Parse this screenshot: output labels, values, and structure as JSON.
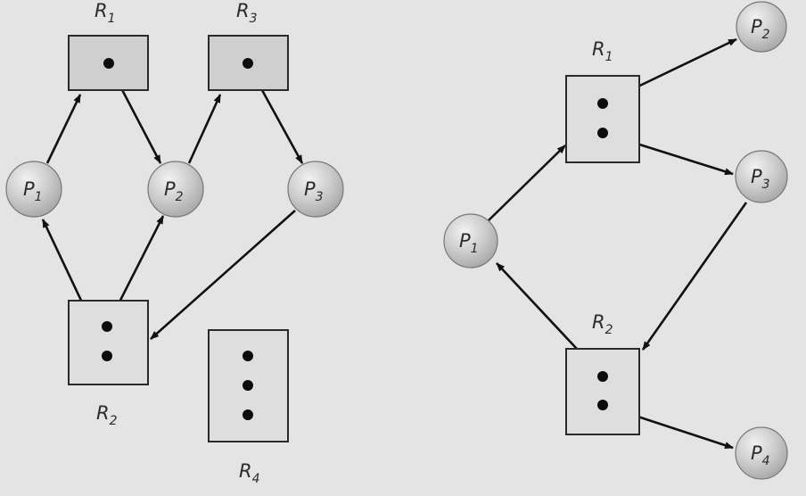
{
  "graph_left": {
    "resources": [
      {
        "id": "R1",
        "name": "R",
        "sub": "1",
        "instances": 1
      },
      {
        "id": "R3",
        "name": "R",
        "sub": "3",
        "instances": 1
      },
      {
        "id": "R2",
        "name": "R",
        "sub": "2",
        "instances": 2
      },
      {
        "id": "R4",
        "name": "R",
        "sub": "4",
        "instances": 3
      }
    ],
    "processes": [
      {
        "id": "P1",
        "name": "P",
        "sub": "1"
      },
      {
        "id": "P2",
        "name": "P",
        "sub": "2"
      },
      {
        "id": "P3",
        "name": "P",
        "sub": "3"
      }
    ],
    "edges": [
      {
        "from": "P1",
        "to": "R1",
        "kind": "request"
      },
      {
        "from": "R1",
        "to": "P2",
        "kind": "assignment"
      },
      {
        "from": "P2",
        "to": "R3",
        "kind": "request"
      },
      {
        "from": "R3",
        "to": "P3",
        "kind": "assignment"
      },
      {
        "from": "P3",
        "to": "R2",
        "kind": "request"
      },
      {
        "from": "R2",
        "to": "P1",
        "kind": "assignment"
      },
      {
        "from": "R2",
        "to": "P2",
        "kind": "assignment"
      }
    ]
  },
  "graph_right": {
    "resources": [
      {
        "id": "R1",
        "name": "R",
        "sub": "1",
        "instances": 2
      },
      {
        "id": "R2",
        "name": "R",
        "sub": "2",
        "instances": 2
      }
    ],
    "processes": [
      {
        "id": "P1",
        "name": "P",
        "sub": "1"
      },
      {
        "id": "P2",
        "name": "P",
        "sub": "2"
      },
      {
        "id": "P3",
        "name": "P",
        "sub": "3"
      },
      {
        "id": "P4",
        "name": "P",
        "sub": "4"
      }
    ],
    "edges": [
      {
        "from": "P1",
        "to": "R1",
        "kind": "request"
      },
      {
        "from": "R1",
        "to": "P2",
        "kind": "assignment"
      },
      {
        "from": "R1",
        "to": "P3",
        "kind": "assignment"
      },
      {
        "from": "P3",
        "to": "R2",
        "kind": "request"
      },
      {
        "from": "R2",
        "to": "P1",
        "kind": "assignment"
      },
      {
        "from": "R2",
        "to": "P4",
        "kind": "assignment"
      }
    ]
  },
  "colors": {
    "background": "#e4e4e4",
    "resource_fill_single": "#cfcfcf",
    "resource_fill_multi": "#dedede",
    "outline": "#2a2a2a",
    "process_light": "#f2f2f2",
    "process_dark": "#a9a9a9"
  }
}
